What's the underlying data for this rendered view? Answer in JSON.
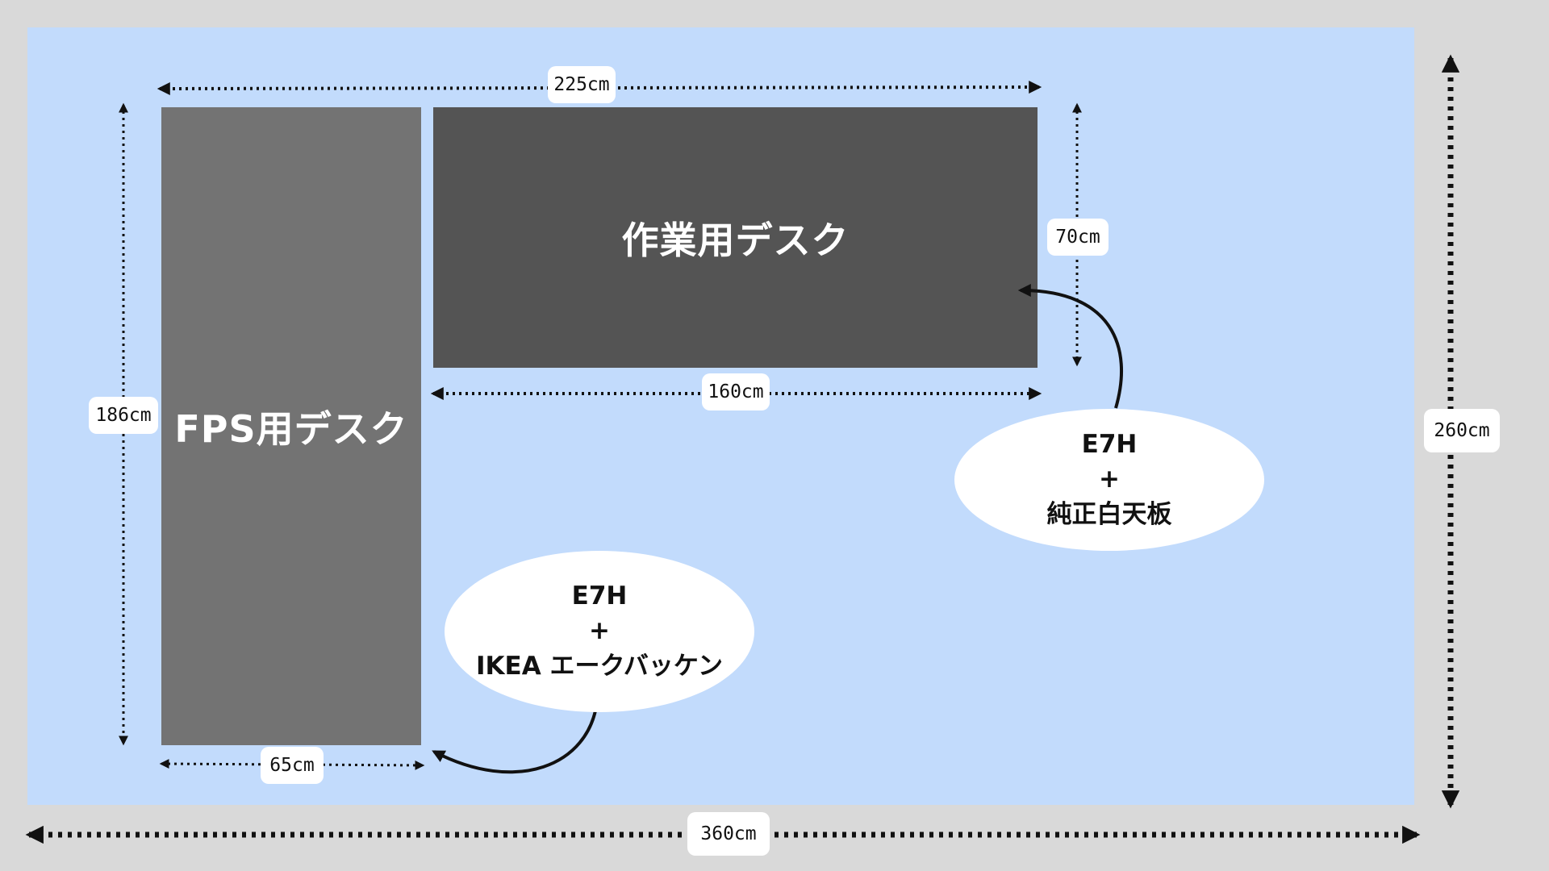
{
  "colors": {
    "canvas": "#d9d9d9",
    "room": "#c2dbfc",
    "fps_desk": "#737373",
    "work_desk": "#545454",
    "label_bg": "#ffffff",
    "arrow": "#111111"
  },
  "desks": {
    "fps": {
      "name": "FPS用デスク",
      "width": "65cm",
      "depth": "186cm"
    },
    "work": {
      "name": "作業用デスク",
      "width": "160cm",
      "depth": "70cm"
    }
  },
  "dimensions": {
    "total_desk_width": "225cm",
    "room_width": "360cm",
    "room_depth": "260cm"
  },
  "callouts": {
    "work_desk": {
      "line1": "E7H",
      "plus": "+",
      "line2": "純正白天板"
    },
    "fps_desk": {
      "line1": "E7H",
      "plus": "+",
      "line2": "IKEA エークバッケン"
    }
  }
}
